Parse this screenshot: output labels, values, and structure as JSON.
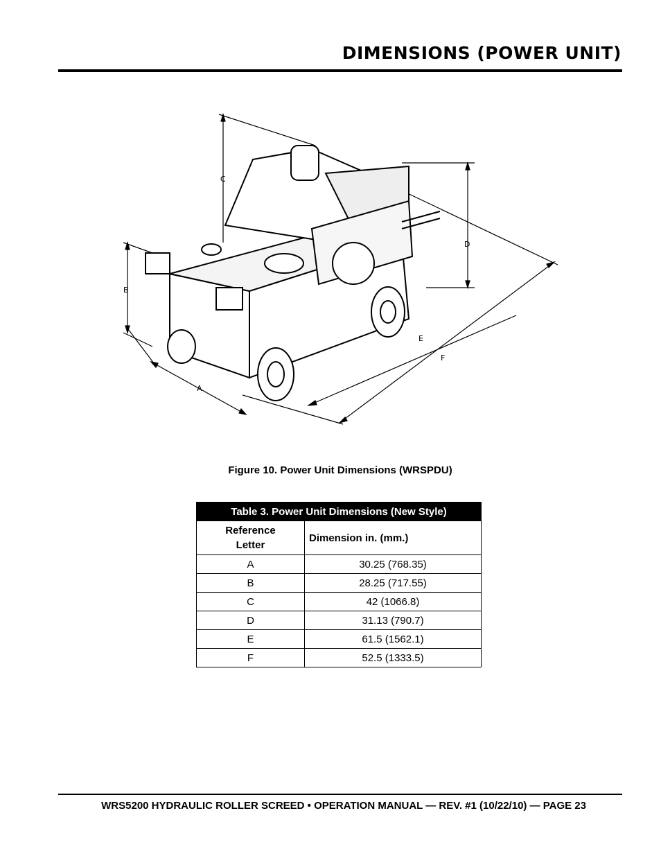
{
  "header": {
    "title": "DIMENSIONS (POWER UNIT)"
  },
  "figure": {
    "labels": [
      "A",
      "B",
      "C",
      "D",
      "E",
      "F"
    ],
    "caption": "Figure 10. Power Unit Dimensions (WRSPDU)"
  },
  "table": {
    "title": "Table 3. Power Unit Dimensions (New Style)",
    "col_ref_line1": "Reference",
    "col_ref_line2": "Letter",
    "col_dim": "Dimension in. (mm.)",
    "rows": [
      {
        "letter": "A",
        "value": "30.25 (768.35)"
      },
      {
        "letter": "B",
        "value": "28.25 (717.55)"
      },
      {
        "letter": "C",
        "value": "42 (1066.8)"
      },
      {
        "letter": "D",
        "value": "31.13 (790.7)"
      },
      {
        "letter": "E",
        "value": "61.5 (1562.1)"
      },
      {
        "letter": "F",
        "value": "52.5 (1333.5)"
      }
    ]
  },
  "footer": {
    "text": "WRS5200 HYDRAULIC ROLLER SCREED • OPERATION MANUAL — REV. #1 (10/22/10) — PAGE 23"
  }
}
